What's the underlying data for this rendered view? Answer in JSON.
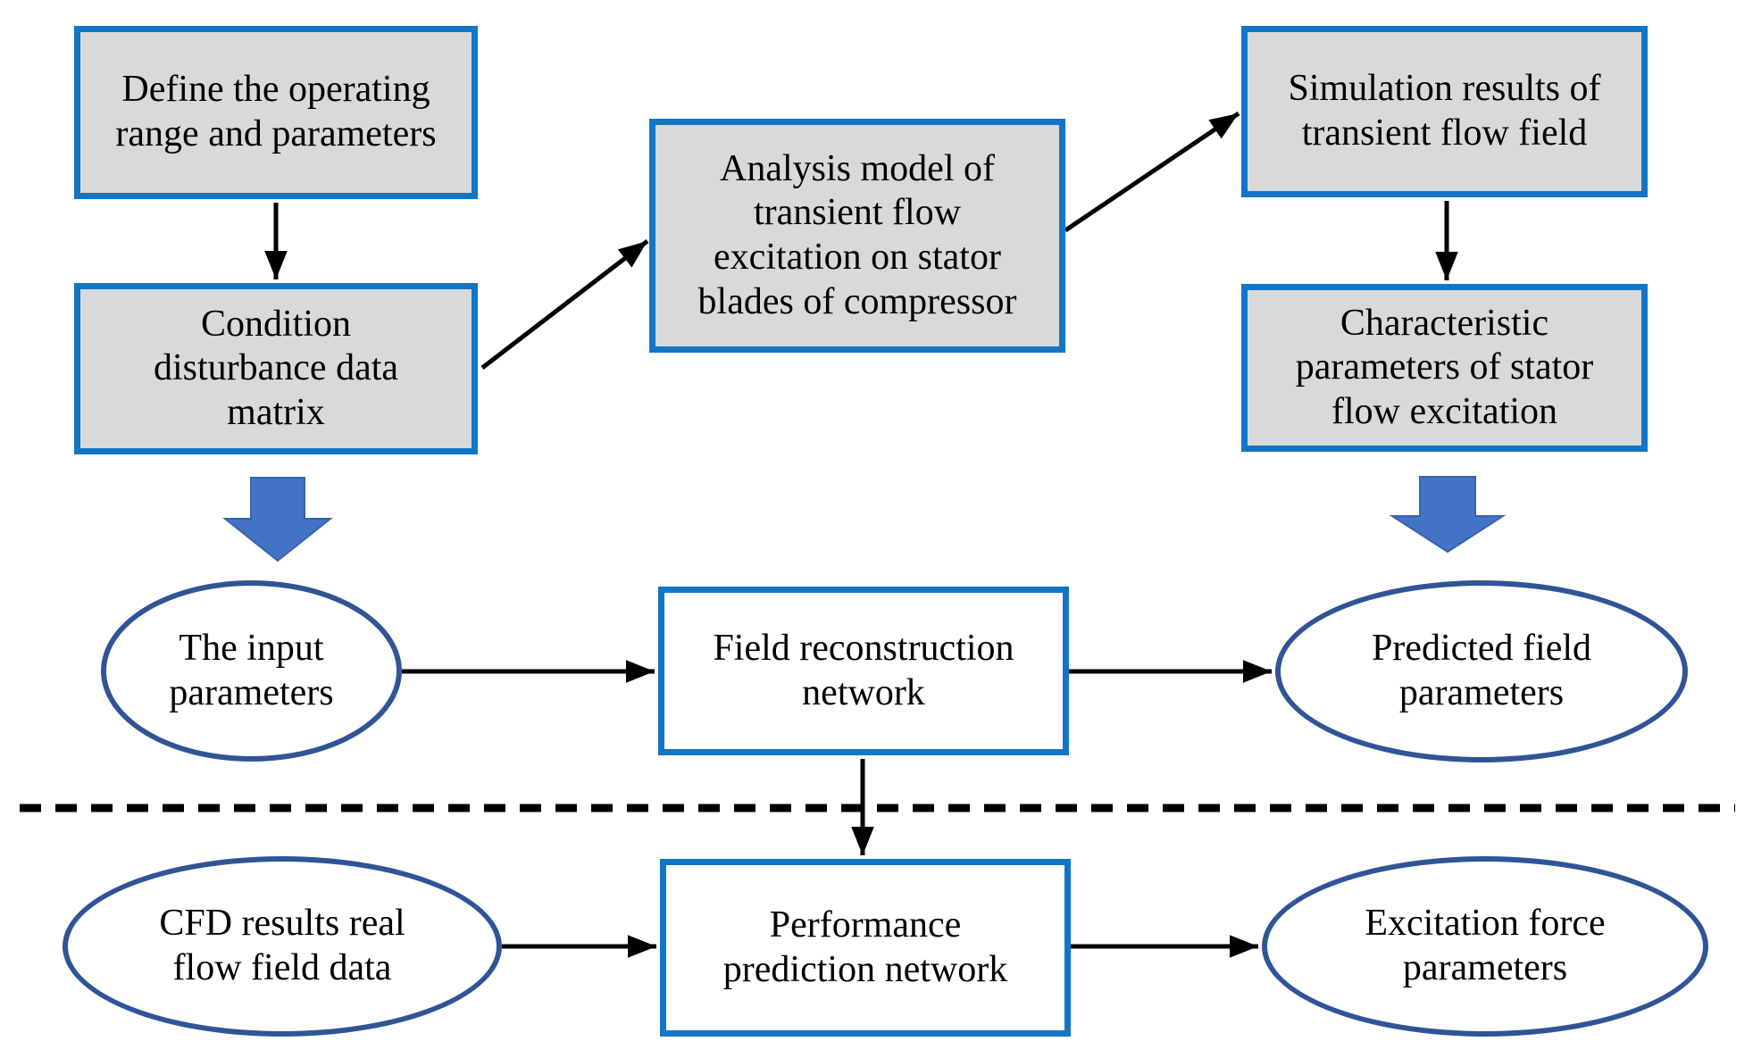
{
  "figure": {
    "type": "flowchart",
    "nodes": {
      "define": {
        "shape": "rectangle",
        "fill": "gray",
        "lines": [
          "Define the operating",
          "range and parameters"
        ]
      },
      "condition": {
        "shape": "rectangle",
        "fill": "gray",
        "lines": [
          "Condition",
          "disturbance data",
          "matrix"
        ]
      },
      "analysis": {
        "shape": "rectangle",
        "fill": "gray",
        "lines": [
          "Analysis model of",
          "transient flow",
          "excitation on stator",
          "blades of compressor"
        ]
      },
      "simulation": {
        "shape": "rectangle",
        "fill": "gray",
        "lines": [
          "Simulation results of",
          "transient flow field"
        ]
      },
      "characteristic": {
        "shape": "rectangle",
        "fill": "gray",
        "lines": [
          "Characteristic",
          "parameters of stator",
          "flow excitation"
        ]
      },
      "input_parameters": {
        "shape": "ellipse",
        "fill": "white",
        "lines": [
          "The input",
          "parameters"
        ]
      },
      "field_network": {
        "shape": "rectangle",
        "fill": "white",
        "lines": [
          "Field reconstruction",
          "network"
        ]
      },
      "predicted_field": {
        "shape": "ellipse",
        "fill": "white",
        "lines": [
          "Predicted field",
          "parameters"
        ]
      },
      "cfd_results": {
        "shape": "ellipse",
        "fill": "white",
        "lines": [
          "CFD results real",
          "flow field data"
        ]
      },
      "performance": {
        "shape": "rectangle",
        "fill": "white",
        "lines": [
          "Performance",
          "prediction network"
        ]
      },
      "excitation_force": {
        "shape": "ellipse",
        "fill": "white",
        "lines": [
          "Excitation force",
          "parameters"
        ]
      }
    },
    "edges": [
      {
        "from": "define",
        "to": "condition",
        "type": "arrow"
      },
      {
        "from": "condition",
        "to": "analysis",
        "type": "arrow"
      },
      {
        "from": "analysis",
        "to": "simulation",
        "type": "arrow"
      },
      {
        "from": "simulation",
        "to": "characteristic",
        "type": "arrow"
      },
      {
        "from": "condition",
        "to": "input_parameters",
        "type": "block-arrow"
      },
      {
        "from": "characteristic",
        "to": "predicted_field",
        "type": "block-arrow"
      },
      {
        "from": "input_parameters",
        "to": "field_network",
        "type": "arrow"
      },
      {
        "from": "field_network",
        "to": "predicted_field",
        "type": "arrow"
      },
      {
        "from": "field_network",
        "to": "performance",
        "type": "arrow"
      },
      {
        "from": "cfd_results",
        "to": "performance",
        "type": "arrow"
      },
      {
        "from": "performance",
        "to": "excitation_force",
        "type": "arrow"
      }
    ],
    "separator": {
      "orientation": "horizontal",
      "style": "dashed"
    }
  },
  "colors": {
    "rect_border": "#1276c8",
    "rect_fill": "#d9d9d9",
    "white_fill": "#ffffff",
    "ellipse_border": "#2f5597",
    "block_arrow_fill": "#4472c4",
    "block_arrow_border": "#3a62ad",
    "arrow_black": "#000000",
    "background": "#ffffff"
  }
}
